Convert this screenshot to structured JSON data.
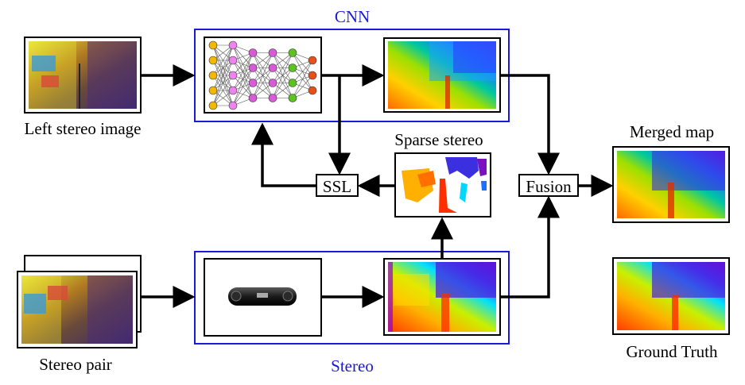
{
  "labels": {
    "cnn": "CNN",
    "stereo": "Stereo",
    "left_image": "Left stereo image",
    "stereo_pair": "Stereo pair",
    "sparse_stereo": "Sparse stereo",
    "merged_map": "Merged map",
    "ground_truth": "Ground Truth",
    "ssl": "SSL",
    "fusion": "Fusion"
  },
  "colors": {
    "group_border": "#1a1ad6",
    "edge": "#000000",
    "node_input": "#f5b800",
    "node_hidden1": "#ee82ee",
    "node_hidden2": "#d95ad9",
    "node_hidden3": "#5cc41f",
    "node_output": "#e8501a"
  },
  "network_layers": [
    5,
    5,
    4,
    4,
    4,
    3
  ]
}
